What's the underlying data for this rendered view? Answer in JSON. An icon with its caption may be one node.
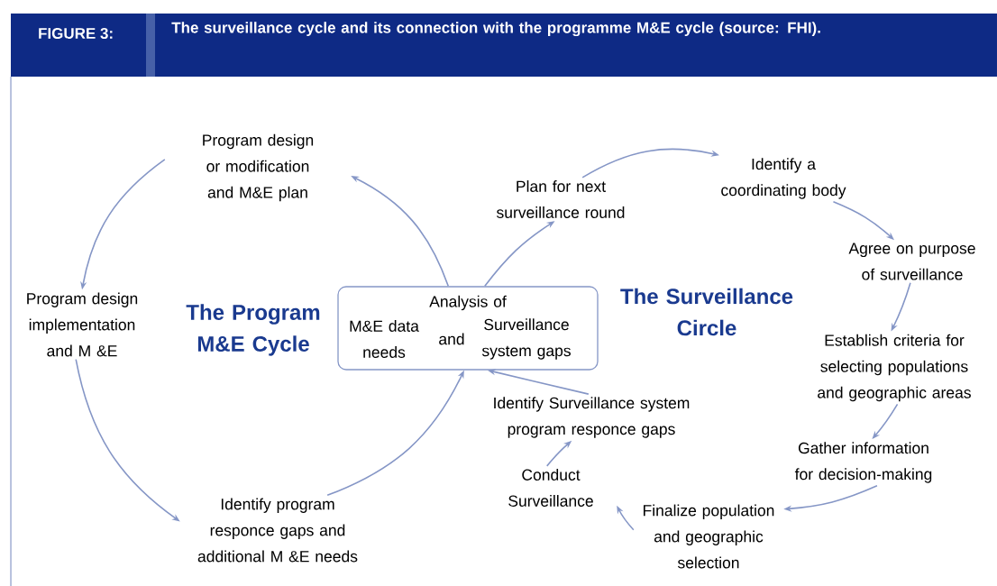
{
  "diagram": {
    "title": "The surveillance cycle and its connection with the programme M&E cycle (source: FHI).",
    "nodes": [
      {
        "text": [
          "Program design or modification and M&E plan"
        ]
      },
      {
        "text": [
          "Program design implementation and M &E"
        ]
      },
      {
        "text": [
          "Identify program responce gaps and additional M &E needs"
        ]
      },
      {
        "text": [
          "Analysis of",
          "M&E data needs",
          "and",
          "Surveillance system gaps"
        ]
      },
      {
        "text": [
          "Plan for next surveillance round"
        ]
      },
      {
        "text": [
          "Identify a coordinating body"
        ]
      },
      {
        "text": [
          "Agree on purpose of surveillance"
        ]
      },
      {
        "text": [
          "Establish criteria for selecting populations and geographic areas"
        ]
      },
      {
        "text": [
          "Gather information for decision-making"
        ]
      },
      {
        "text": [
          "Finalize population and geographic selection"
        ]
      },
      {
        "text": [
          "Conduct Surveillance"
        ]
      },
      {
        "text": [
          "Identify Surveillance system program responce gaps"
        ]
      }
    ],
    "edges": [
      {
        "from": 3,
        "to": 0,
        "arrow": "to"
      },
      {
        "from": 0,
        "to": 1,
        "arrow": "to"
      },
      {
        "from": 1,
        "to": 2,
        "arrow": "to"
      },
      {
        "from": 2,
        "to": 3,
        "arrow": "to"
      },
      {
        "from": 3,
        "to": 4,
        "arrow": "to"
      },
      {
        "from": 4,
        "to": 5,
        "arrow": "to"
      },
      {
        "from": 5,
        "to": 6,
        "arrow": "to"
      },
      {
        "from": 6,
        "to": 7,
        "arrow": "to"
      },
      {
        "from": 7,
        "to": 8,
        "arrow": "to"
      },
      {
        "from": 8,
        "to": 9,
        "arrow": "to"
      },
      {
        "from": 9,
        "to": 10,
        "arrow": "to"
      },
      {
        "from": 10,
        "to": 11,
        "arrow": "to"
      },
      {
        "from": 11,
        "to": 3,
        "arrow": "to"
      }
    ],
    "labels": [
      "FIGURE 3:",
      "The Program M&E Cycle",
      "The Surveillance Circle"
    ]
  }
}
